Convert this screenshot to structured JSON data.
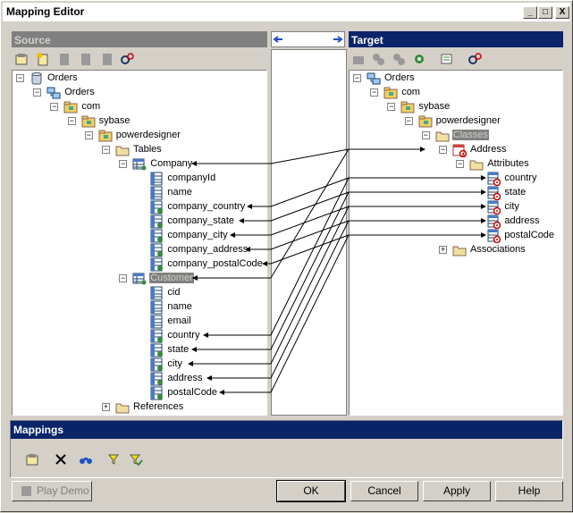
{
  "window": {
    "title": "Mapping Editor",
    "min": "_",
    "max": "□",
    "close": "X"
  },
  "source": {
    "header": "Source"
  },
  "target": {
    "header": "Target"
  },
  "mappings": {
    "header": "Mappings"
  },
  "buttons": {
    "play_demo": "Play Demo",
    "ok": "OK",
    "cancel": "Cancel",
    "apply": "Apply",
    "help": "Help"
  },
  "source_tree": [
    {
      "label": "Orders",
      "level": 0,
      "exp": "-",
      "icon": "database"
    },
    {
      "label": "Orders",
      "level": 1,
      "exp": "-",
      "icon": "model"
    },
    {
      "label": "com",
      "level": 2,
      "exp": "-",
      "icon": "package"
    },
    {
      "label": "sybase",
      "level": 3,
      "exp": "-",
      "icon": "package"
    },
    {
      "label": "powerdesigner",
      "level": 4,
      "exp": "-",
      "icon": "package"
    },
    {
      "label": "Tables",
      "level": 5,
      "exp": "-",
      "icon": "folder"
    },
    {
      "label": "Company",
      "level": 6,
      "exp": "-",
      "icon": "table"
    },
    {
      "label": "companyId",
      "level": 7,
      "icon": "column"
    },
    {
      "label": "name",
      "level": 7,
      "icon": "column"
    },
    {
      "label": "company_country",
      "level": 7,
      "icon": "column-mapped"
    },
    {
      "label": "company_state",
      "level": 7,
      "icon": "column-mapped"
    },
    {
      "label": "company_city",
      "level": 7,
      "icon": "column-mapped"
    },
    {
      "label": "company_address",
      "level": 7,
      "icon": "column-mapped"
    },
    {
      "label": "company_postalCode",
      "level": 7,
      "icon": "column-mapped"
    },
    {
      "label": "Customer",
      "level": 6,
      "exp": "-",
      "icon": "table",
      "selected": true
    },
    {
      "label": "cid",
      "level": 7,
      "icon": "column"
    },
    {
      "label": "name",
      "level": 7,
      "icon": "column"
    },
    {
      "label": "email",
      "level": 7,
      "icon": "column"
    },
    {
      "label": "country",
      "level": 7,
      "icon": "column-mapped"
    },
    {
      "label": "state",
      "level": 7,
      "icon": "column-mapped"
    },
    {
      "label": "city",
      "level": 7,
      "icon": "column-mapped"
    },
    {
      "label": "address",
      "level": 7,
      "icon": "column-mapped"
    },
    {
      "label": "postalCode",
      "level": 7,
      "icon": "column-mapped"
    },
    {
      "label": "References",
      "level": 5,
      "exp": "+",
      "icon": "folder"
    }
  ],
  "target_tree": [
    {
      "label": "Orders",
      "level": 0,
      "exp": "-",
      "icon": "model"
    },
    {
      "label": "com",
      "level": 1,
      "exp": "-",
      "icon": "package"
    },
    {
      "label": "sybase",
      "level": 2,
      "exp": "-",
      "icon": "package"
    },
    {
      "label": "powerdesigner",
      "level": 3,
      "exp": "-",
      "icon": "package"
    },
    {
      "label": "Classes",
      "level": 4,
      "exp": "-",
      "icon": "folder",
      "selected": true
    },
    {
      "label": "Address",
      "level": 5,
      "exp": "-",
      "icon": "class"
    },
    {
      "label": "Attributes",
      "level": 6,
      "exp": "-",
      "icon": "folder"
    },
    {
      "label": "country",
      "level": 7,
      "icon": "attribute"
    },
    {
      "label": "state",
      "level": 7,
      "icon": "attribute"
    },
    {
      "label": "city",
      "level": 7,
      "icon": "attribute"
    },
    {
      "label": "address",
      "level": 7,
      "icon": "attribute"
    },
    {
      "label": "postalCode",
      "level": 7,
      "icon": "attribute"
    },
    {
      "label": "Associations",
      "level": 5,
      "exp": "+",
      "icon": "folder"
    }
  ],
  "colors": {
    "header_active": "#0a246a",
    "header_inactive": "#808080"
  }
}
